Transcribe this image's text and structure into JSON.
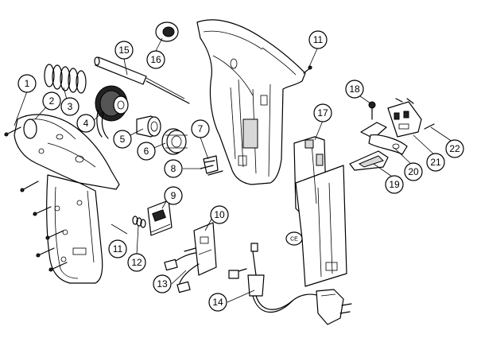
{
  "callouts": [
    {
      "id": "1",
      "label": "1"
    },
    {
      "id": "2",
      "label": "2"
    },
    {
      "id": "3",
      "label": "3"
    },
    {
      "id": "4",
      "label": "4"
    },
    {
      "id": "5",
      "label": "5"
    },
    {
      "id": "6",
      "label": "6"
    },
    {
      "id": "7",
      "label": "7"
    },
    {
      "id": "8",
      "label": "8"
    },
    {
      "id": "9",
      "label": "9"
    },
    {
      "id": "10",
      "label": "10"
    },
    {
      "id": "11a",
      "label": "11"
    },
    {
      "id": "11b",
      "label": "11"
    },
    {
      "id": "12",
      "label": "12"
    },
    {
      "id": "13",
      "label": "13"
    },
    {
      "id": "14",
      "label": "14"
    },
    {
      "id": "15",
      "label": "15"
    },
    {
      "id": "16",
      "label": "16"
    },
    {
      "id": "17",
      "label": "17"
    },
    {
      "id": "18",
      "label": "18"
    },
    {
      "id": "19",
      "label": "19"
    },
    {
      "id": "20",
      "label": "20"
    },
    {
      "id": "21",
      "label": "21"
    },
    {
      "id": "22",
      "label": "22"
    }
  ],
  "plug_marking": "CE"
}
